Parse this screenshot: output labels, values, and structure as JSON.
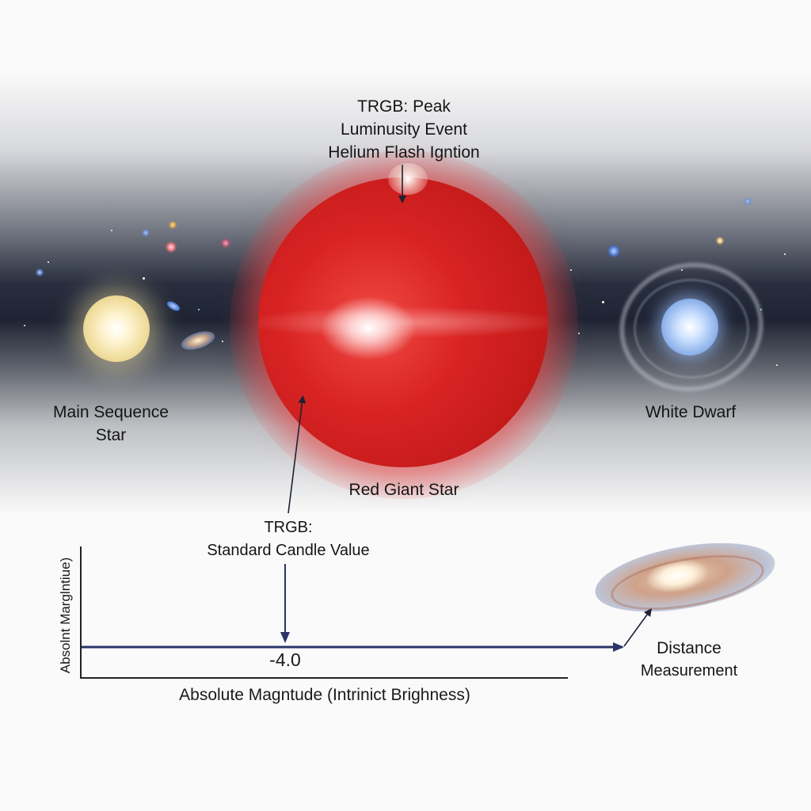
{
  "title_annotation": {
    "line1": "TRGB: Peak",
    "line2": "Luminusity Event",
    "line3": "Helium Flash Igntion"
  },
  "objects": {
    "main_sequence": {
      "line1": "Main Sequence",
      "line2": "Star",
      "color": "#f1dfa0"
    },
    "red_giant": {
      "label": "Red Giant Star",
      "color": "#d92323"
    },
    "white_dwarf": {
      "label": "White Dwarf",
      "color": "#7fa7e6"
    },
    "galaxy": {
      "line1": "Distance",
      "line2": "Measurement"
    }
  },
  "candle_annotation": {
    "line1": "TRGB:",
    "line2": "Standard Candle Value"
  },
  "chart": {
    "y_axis_label": "Absolnt Marglntiue)",
    "x_axis_label": "Absolute Magntude (Intrinict Brighness)",
    "value": "-4.0",
    "line_color": "#2b3468"
  }
}
